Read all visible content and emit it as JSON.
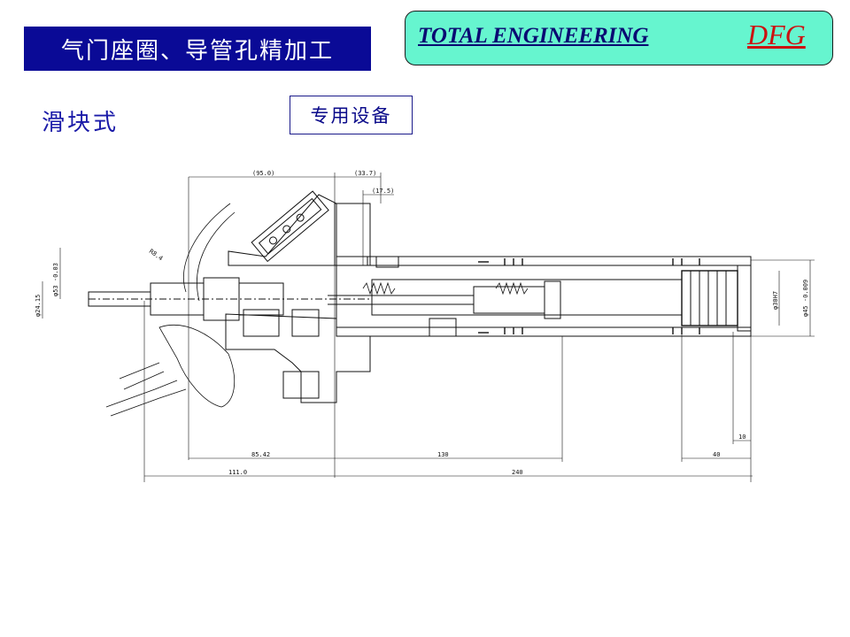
{
  "header": {
    "title": "气门座圈、导管孔精加工",
    "brand": "TOTAL ENGINEERING",
    "brand_mark": "DFG"
  },
  "content": {
    "subtitle": "滑块式",
    "equipment_label": "专用设备"
  },
  "drawing": {
    "dimensions": {
      "d_95": "(95.0)",
      "d_33": "(33.7)",
      "d_17": "(17.5)",
      "r_84": "R8.4",
      "phi_53": "φ53 -0.03",
      "phi_24": "φ24.15",
      "phi_30": "φ30H7",
      "phi_45": "φ45 -0.009",
      "d_85": "85.42",
      "d_130": "130",
      "d_40": "40",
      "d_10": "10",
      "d_111": "111.0",
      "d_240": "240"
    }
  },
  "colors": {
    "title_bg": "#0a0a96",
    "brand_bg": "#66f5cf",
    "brand_mark": "#cc1111",
    "subtitle": "#1a1aa8"
  }
}
